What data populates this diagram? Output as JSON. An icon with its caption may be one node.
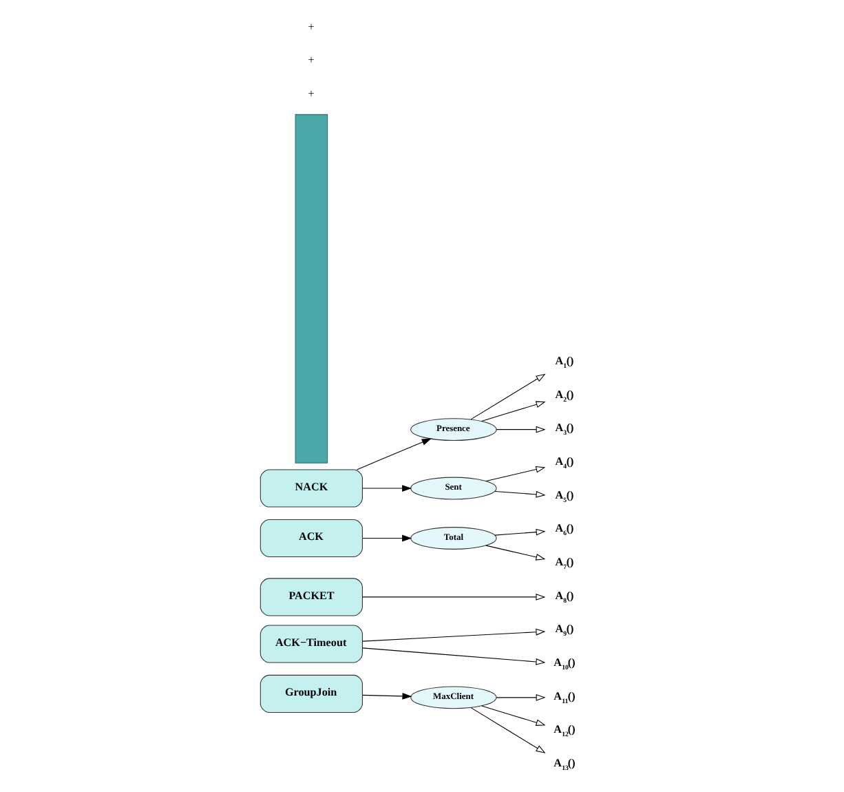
{
  "diagram": {
    "nodes": [
      {
        "text": [],
        "shape": "bar"
      },
      {
        "text": [
          "NACK"
        ]
      },
      {
        "text": [
          "ACK"
        ]
      },
      {
        "text": [
          "PACKET"
        ]
      },
      {
        "text": [
          "ACK−Timeout"
        ]
      },
      {
        "text": [
          "GroupJoin"
        ]
      },
      {
        "text": [
          "Presence"
        ]
      },
      {
        "text": [
          "Sent"
        ]
      },
      {
        "text": [
          "Total"
        ]
      },
      {
        "text": [
          "MaxClient"
        ]
      },
      {
        "text": [
          "A$_{1}$()"
        ]
      },
      {
        "text": [
          "A$_{2}$()"
        ]
      },
      {
        "text": [
          "A$_{3}$()"
        ]
      },
      {
        "text": [
          "A$_{4}$()"
        ]
      },
      {
        "text": [
          "A$_{5}$()"
        ]
      },
      {
        "text": [
          "A$_{6}$()"
        ]
      },
      {
        "text": [
          "A$_{7}$()"
        ]
      },
      {
        "text": [
          "A$_{8}$()"
        ]
      },
      {
        "text": [
          "A$_{9}$()"
        ]
      },
      {
        "text": [
          "A$_{10}$()"
        ]
      },
      {
        "text": [
          "A$_{11}$()"
        ]
      },
      {
        "text": [
          "A$_{12}$()"
        ]
      },
      {
        "text": [
          "A$_{13}$()"
        ]
      }
    ],
    "edges": [
      {
        "from": 1,
        "to": 6,
        "arrow": "to"
      },
      {
        "from": 1,
        "to": 7,
        "arrow": "to"
      },
      {
        "from": 6,
        "to": 10,
        "arrow": "to"
      },
      {
        "from": 6,
        "to": 11,
        "arrow": "to"
      },
      {
        "from": 6,
        "to": 12,
        "arrow": "to"
      },
      {
        "from": 7,
        "to": 13,
        "arrow": "to"
      },
      {
        "from": 7,
        "to": 14,
        "arrow": "to"
      },
      {
        "from": 2,
        "to": 8,
        "arrow": "to"
      },
      {
        "from": 8,
        "to": 15,
        "arrow": "to"
      },
      {
        "from": 8,
        "to": 16,
        "arrow": "to"
      },
      {
        "from": 3,
        "to": 17,
        "arrow": "to"
      },
      {
        "from": 4,
        "to": 18,
        "arrow": "to"
      },
      {
        "from": 4,
        "to": 19,
        "arrow": "to"
      },
      {
        "from": 5,
        "to": 9,
        "arrow": "to"
      },
      {
        "from": 9,
        "to": 20,
        "arrow": "to"
      },
      {
        "from": 9,
        "to": 21,
        "arrow": "to"
      },
      {
        "from": 9,
        "to": 22,
        "arrow": "to"
      }
    ],
    "labels": [
      "+",
      "+",
      "+"
    ]
  }
}
